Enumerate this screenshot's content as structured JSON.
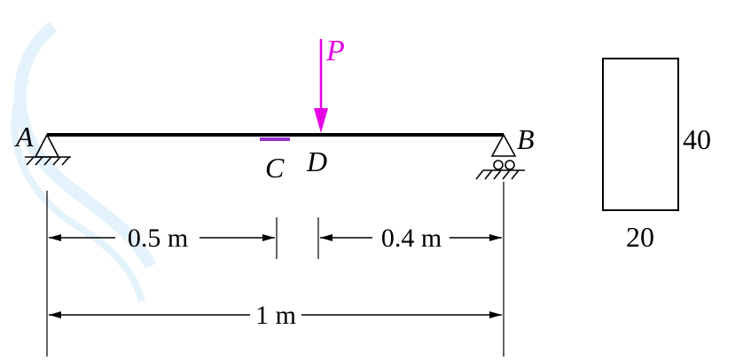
{
  "diagram": {
    "points": {
      "A": "A",
      "B": "B",
      "C": "C",
      "D": "D"
    },
    "load": {
      "label": "P",
      "color": "#e600e6"
    },
    "marker_color": "#9933cc",
    "dimensions": {
      "left_segment": "0.5 m",
      "right_segment": "0.4 m",
      "total": "1 m"
    },
    "cross_section": {
      "height": "40",
      "width": "20"
    },
    "line_color": "#000000",
    "watermark_color": "#dff0fb"
  }
}
